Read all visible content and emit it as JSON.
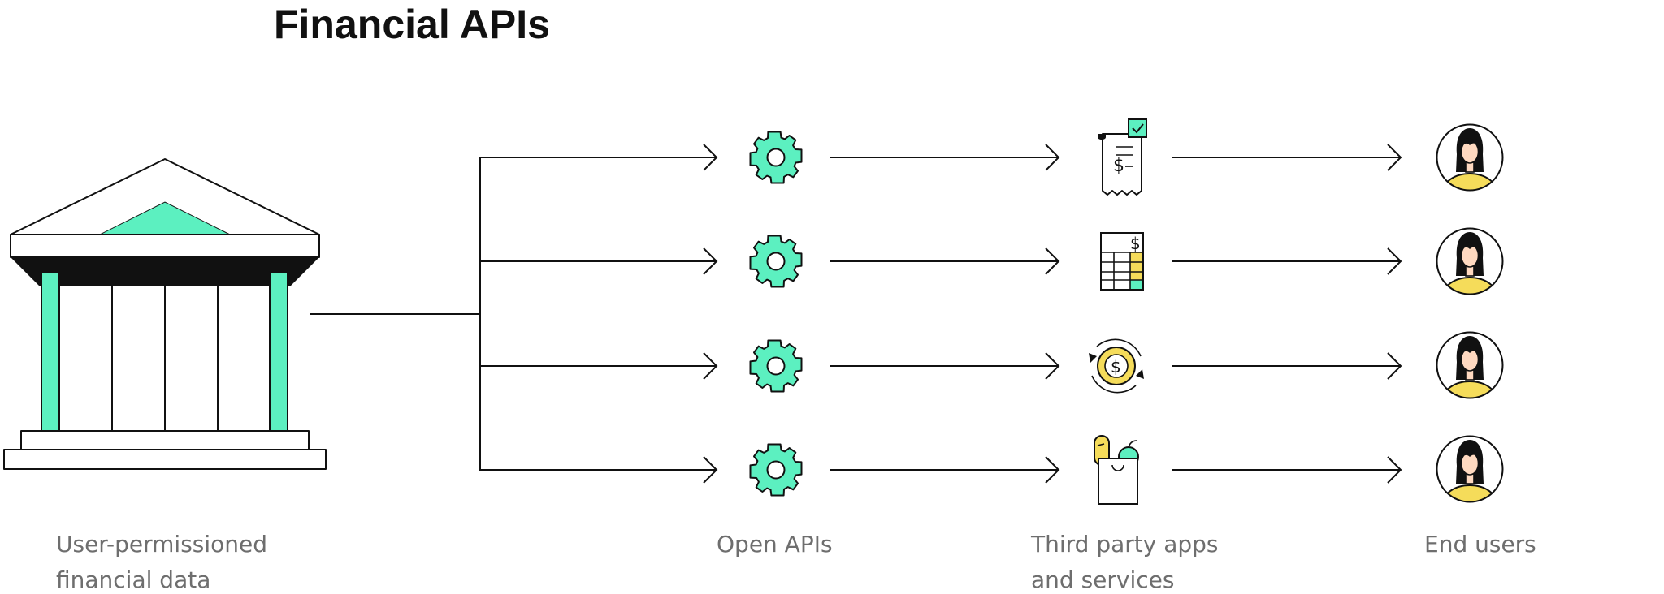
{
  "title": "Financial APIs",
  "colors": {
    "accent_green": "#5CF0C0",
    "accent_yellow": "#F5DC5A",
    "skin": "#FFD9C0",
    "ink": "#111111",
    "caption_gray": "#6e6e6e"
  },
  "stages": {
    "source": {
      "icon": "bank-icon",
      "caption_lines": [
        "User-permissioned",
        "financial data"
      ]
    },
    "open_apis": {
      "icon": "gear-icon",
      "caption_lines": [
        "Open APIs"
      ]
    },
    "third_party": {
      "caption_lines": [
        "Third party apps",
        "and services"
      ],
      "icons": [
        "receipt-check-icon",
        "spreadsheet-icon",
        "coin-cycle-icon",
        "grocery-bag-icon"
      ]
    },
    "end_users": {
      "icon": "user-avatar-icon",
      "caption_lines": [
        "End users"
      ]
    }
  }
}
